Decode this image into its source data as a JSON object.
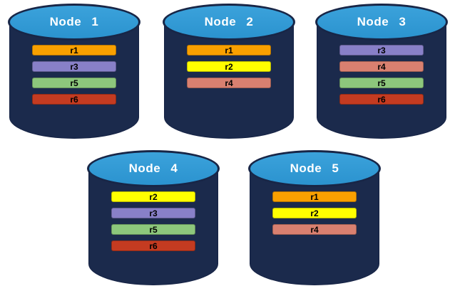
{
  "replica_colors": {
    "r1": "#F9A000",
    "r2": "#FFFF00",
    "r3": "#8880C8",
    "r4": "#D98070",
    "r5": "#8DC77C",
    "r6": "#C43B21"
  },
  "node_colors": {
    "body": "#1B2A4C",
    "top": "#2F9BD6",
    "top_border": "#182647",
    "title_text": "#FFFFFF"
  },
  "nodes": [
    {
      "title": "Node 1",
      "replicas": [
        "r1",
        "r3",
        "r5",
        "r6"
      ]
    },
    {
      "title": "Node 2",
      "replicas": [
        "r1",
        "r2",
        "r4"
      ]
    },
    {
      "title": "Node 3",
      "replicas": [
        "r3",
        "r4",
        "r5",
        "r6"
      ]
    },
    {
      "title": "Node 4",
      "replicas": [
        "r2",
        "r3",
        "r5",
        "r6"
      ]
    },
    {
      "title": "Node 5",
      "replicas": [
        "r1",
        "r2",
        "r4"
      ]
    }
  ]
}
